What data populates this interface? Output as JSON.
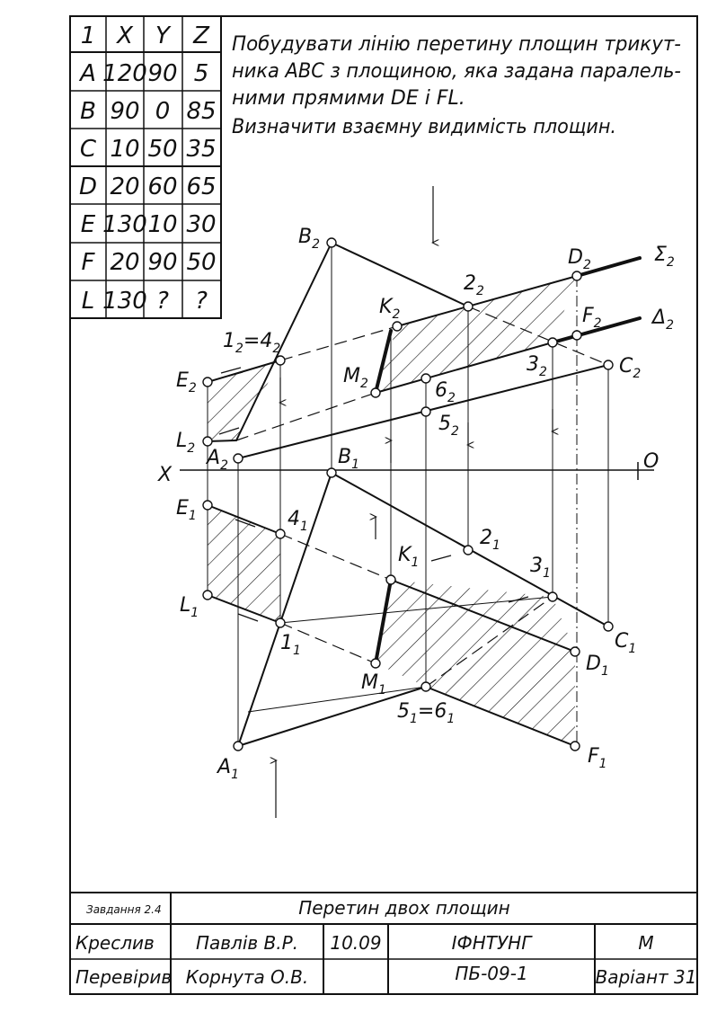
{
  "table": {
    "header": [
      "1",
      "X",
      "Y",
      "Z"
    ],
    "rows": [
      [
        "A",
        "120",
        "90",
        "5"
      ],
      [
        "B",
        "90",
        "0",
        "85"
      ],
      [
        "C",
        "10",
        "50",
        "35"
      ],
      [
        "D",
        "20",
        "60",
        "65"
      ],
      [
        "E",
        "130",
        "10",
        "30"
      ],
      [
        "F",
        "20",
        "90",
        "50"
      ],
      [
        "L",
        "130",
        "?",
        "?"
      ]
    ]
  },
  "task": {
    "line1": "Побудувати лінію перетину площин трикут-",
    "line2": "ника ABC з площиною, яка задана паралель-",
    "line3": "ними прямими DE і FL.",
    "line4": "Визначити взаємну видимість площин."
  },
  "labels": {
    "B2": "B",
    "D2": "D",
    "Sigma2": "Σ",
    "two2": "2",
    "K2": "K",
    "F2": "F",
    "Delta2": "Δ",
    "one2eq": "1",
    "one2mid": "=4",
    "E2": "E",
    "M2": "M",
    "six2": "6",
    "three2": "3",
    "C2": "C",
    "five2": "5",
    "L2": "L",
    "A2": "A",
    "X": "X",
    "B1": "B",
    "O": "O",
    "E1": "E",
    "four1": "4",
    "two1": "2",
    "K1": "K",
    "three1": "3",
    "L1": "L",
    "one1": "1",
    "C1": "C",
    "M1": "M",
    "D1": "D",
    "five1eq": "5",
    "five1mid": "=6",
    "A1": "A",
    "F1": "F",
    "sub2": "2",
    "sub1": "1"
  },
  "stamp": {
    "task_no": "Завдання 2.4",
    "title": "Перетин двох площин",
    "drew_label": "Креслив",
    "drew_name": "Павлів В.Р.",
    "date": "10.09",
    "university": "ІФНТУНГ",
    "scale": "М",
    "checked_label": "Перевірив",
    "checked_name": "Корнута О.В.",
    "group": "ПБ-09-1",
    "variant": "Варіант 31"
  },
  "colors": {
    "ink": "#111111",
    "paper": "#ffffff"
  }
}
